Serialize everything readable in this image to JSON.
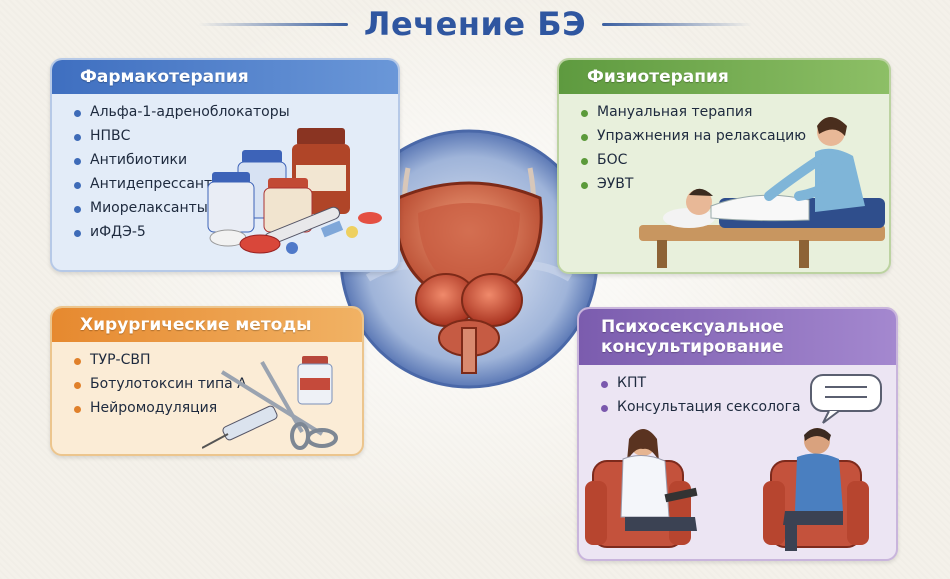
{
  "title": "Лечение БЭ",
  "panels": {
    "pharm": {
      "heading": "Фармакотерапия",
      "items": [
        "Альфа-1-адреноблокаторы",
        "НПВС",
        "Антибиотики",
        "Антидепрессанты",
        "Миорелаксанты",
        "иФДЭ-5"
      ]
    },
    "physio": {
      "heading": "Физиотерапия",
      "items": [
        "Мануальная терапия",
        "Упражнения на релаксацию",
        "БОС",
        "ЭУВТ"
      ]
    },
    "surg": {
      "heading": "Хирургические методы",
      "items": [
        "ТУР-СВП",
        "Ботулотоксин типа А",
        "Нейромодуляция"
      ]
    },
    "psy": {
      "heading_line1": "Психосексуальное",
      "heading_line2": "консультирование",
      "items": [
        "КПТ",
        "Консультация сексолога"
      ]
    }
  },
  "colors": {
    "title": "#2f56a0",
    "pharm": "#3f6fc0",
    "physio": "#5e9a3f",
    "surgical": "#e6892f",
    "psycho": "#7b5cae"
  },
  "icons": [
    "pill-bottles-icon",
    "syringe-icon",
    "prostate-anatomy-icon",
    "massage-therapy-icon",
    "scissors-icon",
    "counseling-session-icon",
    "speech-bubble-icon"
  ]
}
